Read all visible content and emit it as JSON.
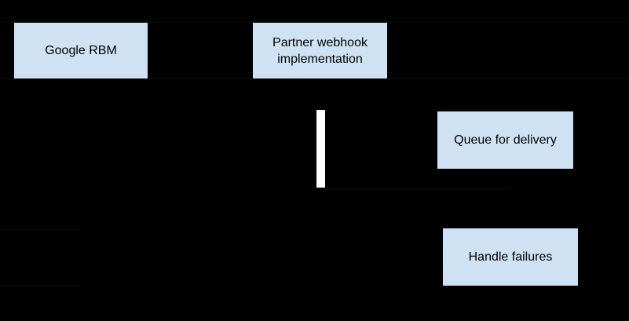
{
  "theme": {
    "background": "#000000",
    "node_fill": "#cfe2f3",
    "node_text": "#000000",
    "activation_fill": "#ffffff"
  },
  "diagram": {
    "type": "sequence-flow",
    "nodes": [
      {
        "name": "google-rbm",
        "label": "Google RBM"
      },
      {
        "name": "partner-webhook",
        "label": "Partner webhook implementation"
      },
      {
        "name": "queue-for-delivery",
        "label": "Queue for delivery"
      },
      {
        "name": "handle-failures",
        "label": "Handle failures"
      }
    ],
    "activation_bar": {
      "name": "activation-bar",
      "lifeline": "partner-webhook"
    }
  }
}
